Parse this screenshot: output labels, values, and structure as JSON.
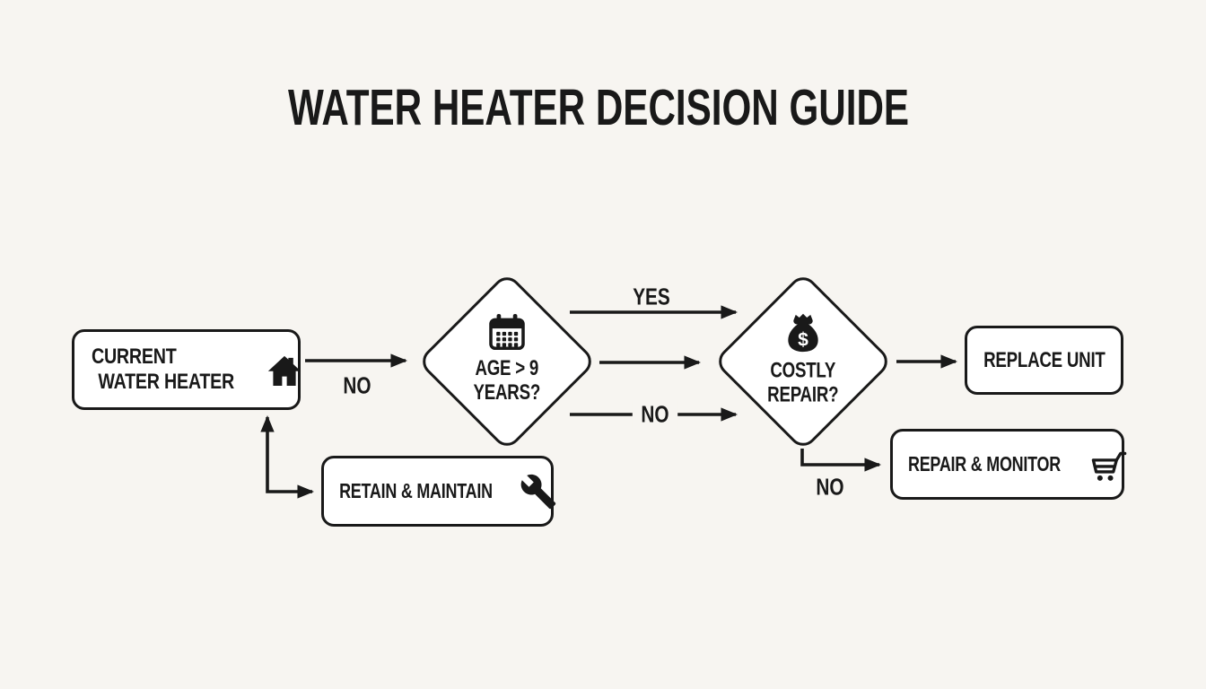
{
  "title": "WATER HEATER DECISION GUIDE",
  "colors": {
    "background": "#f7f5f1",
    "ink": "#191919",
    "node_fill": "#ffffff"
  },
  "nodes": {
    "current_water_heater": {
      "type": "process",
      "line1": "CURRENT",
      "line2": "WATER HEATER",
      "icon": "house-icon"
    },
    "age_question": {
      "type": "decision",
      "line1": "AGE > 9",
      "line2": "YEARS?",
      "icon": "calendar-icon"
    },
    "costly_repair": {
      "type": "decision",
      "line1": "COSTLY",
      "line2": "REPAIR?",
      "icon": "money-bag-icon"
    },
    "replace_unit": {
      "type": "process",
      "label": "REPLACE UNIT"
    },
    "repair_and_monitor": {
      "type": "process",
      "label": "REPAIR & MONITOR",
      "icon": "shopping-cart-icon"
    },
    "retain_and_maintain": {
      "type": "process",
      "label": "RETAIN & MAINTAIN",
      "icon": "wrench-icon"
    }
  },
  "edges": {
    "current_to_age": {
      "from": "current_water_heater",
      "to": "age_question",
      "label": "NO"
    },
    "age_to_costly_yes": {
      "from": "age_question",
      "to": "costly_repair",
      "label": "YES"
    },
    "age_to_costly_mid": {
      "from": "age_question",
      "to": "costly_repair",
      "label": ""
    },
    "age_to_costly_no": {
      "from": "age_question",
      "to": "costly_repair",
      "label": "NO"
    },
    "costly_to_replace": {
      "from": "costly_repair",
      "to": "replace_unit",
      "label": ""
    },
    "costly_to_repair_no": {
      "from": "costly_repair",
      "to": "repair_and_monitor",
      "label": "NO"
    },
    "current_retain_loop": {
      "from": "retain_and_maintain",
      "to": "current_water_heater",
      "label": ""
    }
  },
  "icons": {
    "money_bag_symbol": "$"
  }
}
